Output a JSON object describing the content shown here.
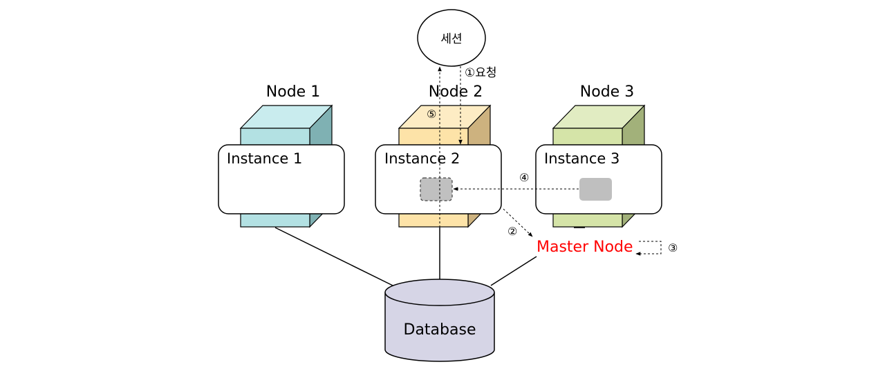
{
  "session": {
    "label": "세션"
  },
  "nodes": [
    {
      "label": "Node 1",
      "instance": "Instance 1"
    },
    {
      "label": "Node 2",
      "instance": "Instance 2"
    },
    {
      "label": "Node 3",
      "instance": "Instance 3"
    }
  ],
  "master": {
    "label": "Master Node",
    "color": "#ff0000"
  },
  "database": {
    "label": "Database",
    "color": "#d6d5e6"
  },
  "steps": {
    "s1": "①요청",
    "s2": "②",
    "s3": "③",
    "s4": "④",
    "s5": "⑤"
  },
  "colors": {
    "node1": "#b3e1e3",
    "node2": "#fde3a8",
    "node3": "#d5e4a8"
  }
}
